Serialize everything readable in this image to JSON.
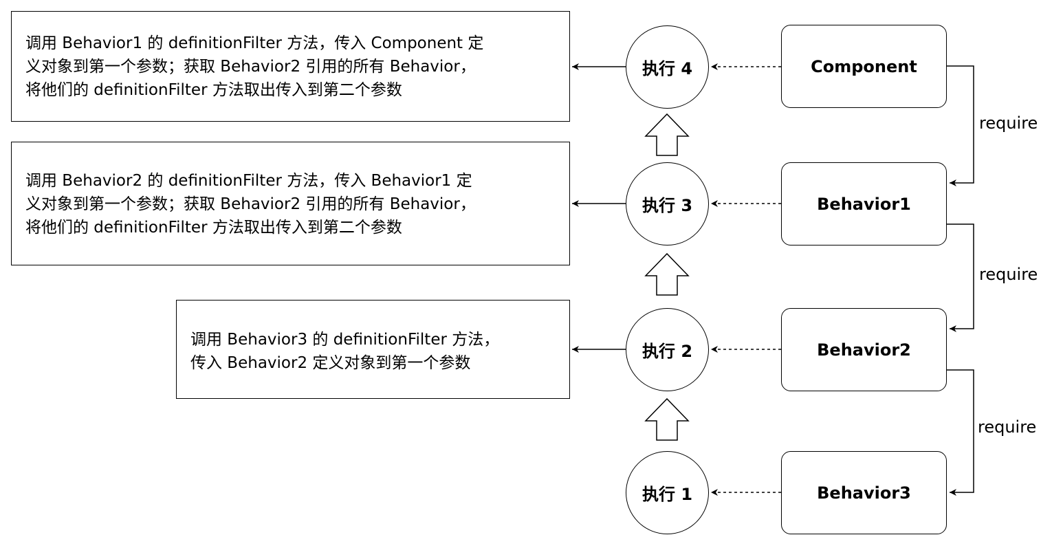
{
  "descriptions": [
    {
      "id": "desc-4",
      "lines": [
        "调用 Behavior1 的 definitionFilter 方法，传入 Component 定",
        "义对象到第一个参数；获取 Behavior2 引用的所有 Behavior，",
        "将他们的 definitionFilter 方法取出传入到第二个参数"
      ]
    },
    {
      "id": "desc-3",
      "lines": [
        "调用 Behavior2 的 definitionFilter 方法，传入 Behavior1 定",
        "义对象到第一个参数；获取 Behavior2 引用的所有 Behavior，",
        "将他们的 definitionFilter 方法取出传入到第二个参数"
      ]
    },
    {
      "id": "desc-2",
      "lines": [
        "调用 Behavior3 的 definitionFilter 方法，",
        "传入 Behavior2 定义对象到第一个参数"
      ]
    }
  ],
  "steps": {
    "step4": "执行 4",
    "step3": "执行 3",
    "step2": "执行 2",
    "step1": "执行 1"
  },
  "nodes": {
    "component": "Component",
    "behavior1": "Behavior1",
    "behavior2": "Behavior2",
    "behavior3": "Behavior3"
  },
  "edges": {
    "require_1": "require",
    "require_2": "require",
    "require_3": "require"
  }
}
